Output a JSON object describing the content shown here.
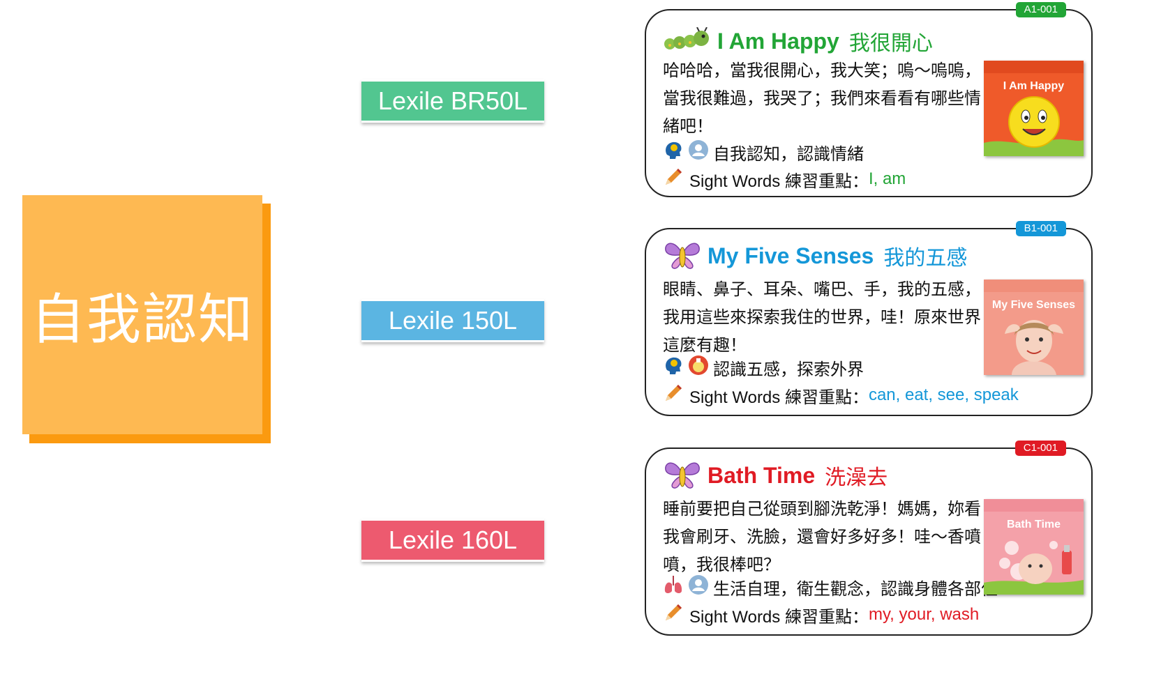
{
  "topic": {
    "label": "自我認知"
  },
  "levels": [
    {
      "label": "Lexile BR50L",
      "color": "#52c690"
    },
    {
      "label": "Lexile 150L",
      "color": "#5bb5e2"
    },
    {
      "label": "Lexile 160L",
      "color": "#ed5a6f"
    }
  ],
  "books": [
    {
      "code": "A1-001",
      "accent": "#22a536",
      "title_en": "I Am Happy",
      "title_zh": "我很開心",
      "description": "哈哈哈，當我很開心，我大笑；嗚～嗚嗚，當我很難過，我哭了；我們來看看有哪些情緒吧！",
      "skill_text": "自我認知，認識情緒",
      "sight_label": "Sight Words 練習重點：",
      "sight_words": "I, am",
      "cover_title": "I Am Happy",
      "icons": [
        "caterpillar-icon",
        "brain-icon",
        "person-icon",
        "pencil-icon"
      ]
    },
    {
      "code": "B1-001",
      "accent": "#1497d8",
      "title_en": "My Five Senses",
      "title_zh": "我的五感",
      "description": "眼睛、鼻子、耳朵、嘴巴、手，我的五感，我用這些來探索我住的世界，哇！原來世界這麼有趣！",
      "skill_text": "認識五感，探索外界",
      "sight_label": "Sight Words 練習重點：",
      "sight_words": "can, eat, see, speak",
      "cover_title": "My Five Senses",
      "icons": [
        "butterfly-icon",
        "brain-icon",
        "flask-icon",
        "pencil-icon"
      ]
    },
    {
      "code": "C1-001",
      "accent": "#e01b24",
      "title_en": "Bath Time",
      "title_zh": "洗澡去",
      "description": "睡前要把自己從頭到腳洗乾淨！媽媽，妳看我會刷牙、洗臉，還會好多好多！哇～香噴噴，我很棒吧？",
      "skill_text": "生活自理，衛生觀念，認識身體各部位",
      "sight_label": "Sight Words 練習重點：",
      "sight_words": "my, your, wash",
      "cover_title": "Bath Time",
      "icons": [
        "butterfly-icon",
        "lungs-icon",
        "person-icon",
        "pencil-icon"
      ]
    }
  ]
}
